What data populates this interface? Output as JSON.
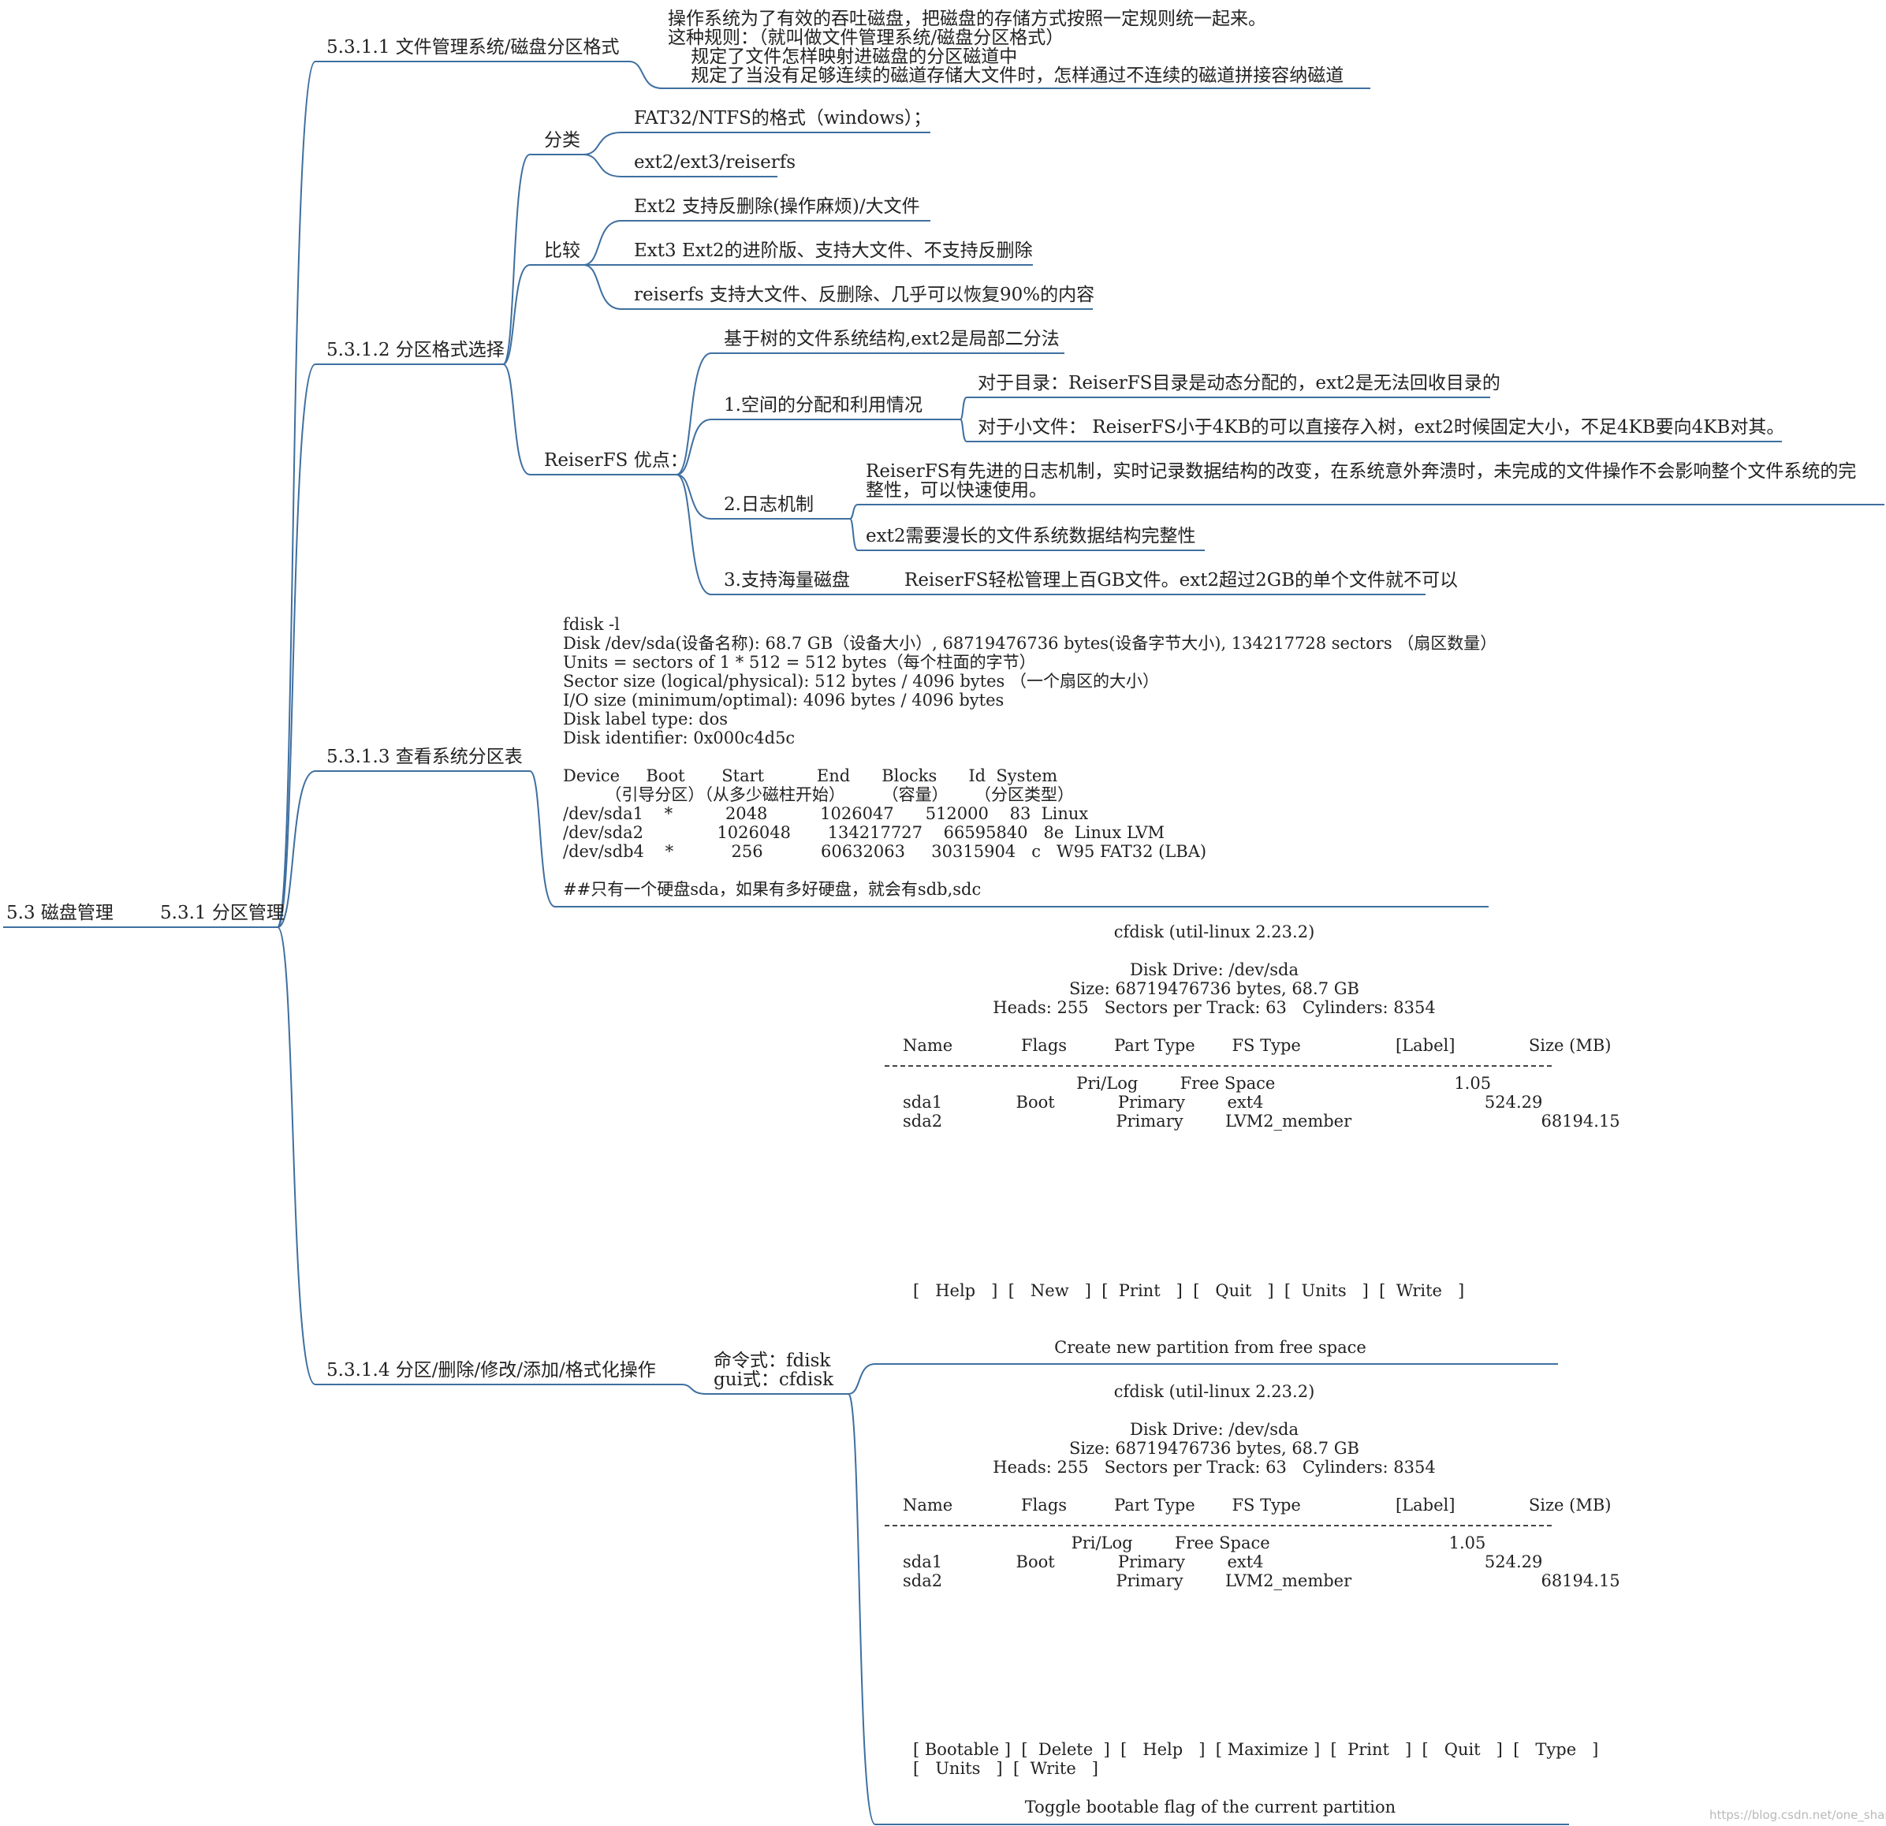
{
  "colors": {
    "branch": "#3e6fa0",
    "text": "#222222"
  },
  "root": "5.3 磁盘管理",
  "level1": "5.3.1 分区管理",
  "s1": {
    "title": "5.3.1.1 文件管理系统/磁盘分区格式",
    "lines": [
      "操作系统为了有效的吞吐磁盘，把磁盘的存储方式按照一定规则统一起来。",
      "这种规则：（就叫做文件管理系统/磁盘分区格式）",
      "    规定了文件怎样映射进磁盘的分区磁道中",
      "    规定了当没有足够连续的磁道存储大文件时，怎样通过不连续的磁道拼接容纳磁道"
    ]
  },
  "s2": {
    "title": "5.3.1.2 分区格式选择",
    "cat_label": "分类",
    "cat": [
      "FAT32/NTFS的格式（windows）；",
      "ext2/ext3/reiserfs"
    ],
    "cmp_label": "比较",
    "cmp": [
      "Ext2 支持反删除(操作麻烦)/大文件",
      "Ext3 Ext2的进阶版、支持大文件、不支持反删除",
      "reiserfs 支持大文件、反删除、几乎可以恢复90%的内容"
    ],
    "adv_label": "ReiserFS 优点：",
    "adv_tree": "基于树的文件系统结构,ext2是局部二分法",
    "space_label": "1.空间的分配和利用情况",
    "space": [
      "对于目录：ReiserFS目录是动态分配的，ext2是无法回收目录的",
      "对于小文件： ReiserFS小于4KB的可以直接存入树，ext2时候固定大小，不足4KB要向4KB对其。"
    ],
    "log_label": "2.日志机制",
    "log": [
      "ReiserFS有先进的日志机制，实时记录数据结构的改变，在系统意外奔溃时，未完成的文件操作不会影响整个文件系统的完",
      "整性，可以快速使用。"
    ],
    "log2": "ext2需要漫长的文件系统数据结构完整性",
    "mass_label": "3.支持海量磁盘",
    "mass": "ReiserFS轻松管理上百GB文件。ext2超过2GB的单个文件就不可以"
  },
  "s3": {
    "title": "5.3.1.3 查看系统分区表",
    "lines": [
      "fdisk -l",
      "Disk /dev/sda(设备名称): 68.7 GB（设备大小）, 68719476736 bytes(设备字节大小), 134217728 sectors （扇区数量）",
      "Units = sectors of 1 * 512 = 512 bytes（每个柱面的字节）",
      "Sector size (logical/physical): 512 bytes / 4096 bytes （一个扇区的大小）",
      "I/O size (minimum/optimal): 4096 bytes / 4096 bytes",
      "Disk label type: dos",
      "Disk identifier: 0x000c4d5c",
      "",
      "Device     Boot       Start          End      Blocks      Id  System",
      "        （引导分区）（从多少磁柱开始）       （容量）     （分区类型）",
      "/dev/sda1    *          2048          1026047      512000    83  Linux",
      "/dev/sda2              1026048       134217727    66595840   8e  Linux LVM",
      "/dev/sdb4    *           256           60632063     30315904   c   W95 FAT32 (LBA)",
      "",
      "##只有一个硬盘sda，如果有多好硬盘，就会有sdb,sdc"
    ]
  },
  "s4": {
    "title": "5.3.1.4 分区/删除/修改/添加/格式化操作",
    "cmd": [
      "命令式：fdisk",
      "gui式：cfdisk"
    ],
    "cf1": {
      "head": [
        "cfdisk (util-linux 2.23.2)",
        "",
        "Disk Drive: /dev/sda",
        "Size: 68719476736 bytes, 68.7 GB",
        "Heads: 255   Sectors per Track: 63   Cylinders: 8354"
      ],
      "cols": "Name             Flags         Part Type       FS Type                  [Label]              Size (MB)",
      "rows": "                                 Pri/Log        Free Space                                  1.05\nsda1              Boot            Primary        ext4                                          524.29\nsda2                                 Primary        LVM2_member                                    68194.15",
      "menu": "[   Help   ]  [   New   ]  [  Print   ]  [   Quit   ]  [  Units   ]  [  Write   ]",
      "msg": "Create new partition from free space"
    },
    "cf2": {
      "head": [
        "cfdisk (util-linux 2.23.2)",
        "",
        "Disk Drive: /dev/sda",
        "Size: 68719476736 bytes, 68.7 GB",
        "Heads: 255   Sectors per Track: 63   Cylinders: 8354"
      ],
      "cols": "Name             Flags         Part Type       FS Type                  [Label]              Size (MB)",
      "rows": "                                Pri/Log        Free Space                                  1.05\nsda1              Boot            Primary        ext4                                          524.29\nsda2                                 Primary        LVM2_member                                    68194.15",
      "menu": "[ Bootable ]  [  Delete  ]  [   Help   ]  [ Maximize ]  [  Print   ]  [   Quit   ]  [   Type   ]\n[   Units   ]  [  Write   ]",
      "msg": "Toggle bootable flag of the current partition"
    }
  },
  "watermark": "https://blog.csdn.net/one_shan"
}
